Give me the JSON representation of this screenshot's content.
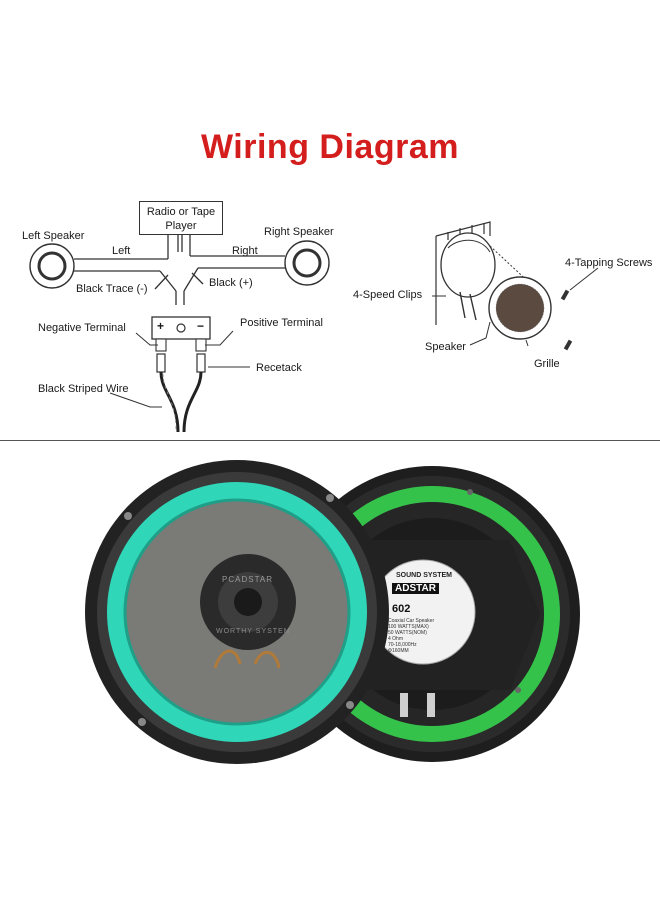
{
  "title": "Wiring Diagram",
  "left_diagram": {
    "source_box": [
      "Radio or Tape",
      "Player"
    ],
    "left_speaker": "Left Speaker",
    "right_speaker": "Right Speaker",
    "left": "Left",
    "right": "Right",
    "black_trace": "Black  Trace (-)",
    "black_plus": "Black  (+)",
    "negative_terminal": "Negative  Terminal",
    "positive_terminal": "Positive  Terminal",
    "recetack": "Recetack",
    "black_striped_wire": "Black  Striped  Wire",
    "plus_sign": "+",
    "minus_sign": "−"
  },
  "right_diagram": {
    "tapping_screws": "4-Tapping Screws",
    "speed_clips": "4-Speed  Clips",
    "speaker": "Speaker",
    "grille": "Grille"
  },
  "product_photo": {
    "front_brand": "PCADSTAR",
    "front_ring_text": "WORTHY SYSTEM",
    "back_label_top": "SOUND SYSTEM",
    "back_brand": "ADSTAR",
    "back_model": "602",
    "back_specs": [
      "Coaxial Car Speaker",
      "100 WATTS(MAX)",
      "50 WATTS(NOM)",
      "4 Ohm",
      "70-18,000Hz",
      "Φ160MM"
    ]
  },
  "colors": {
    "title": "#d41e1e",
    "front_ring": "#2fd6b8",
    "back_ring": "#35c24a",
    "speaker_body": "#2a2a2a"
  }
}
